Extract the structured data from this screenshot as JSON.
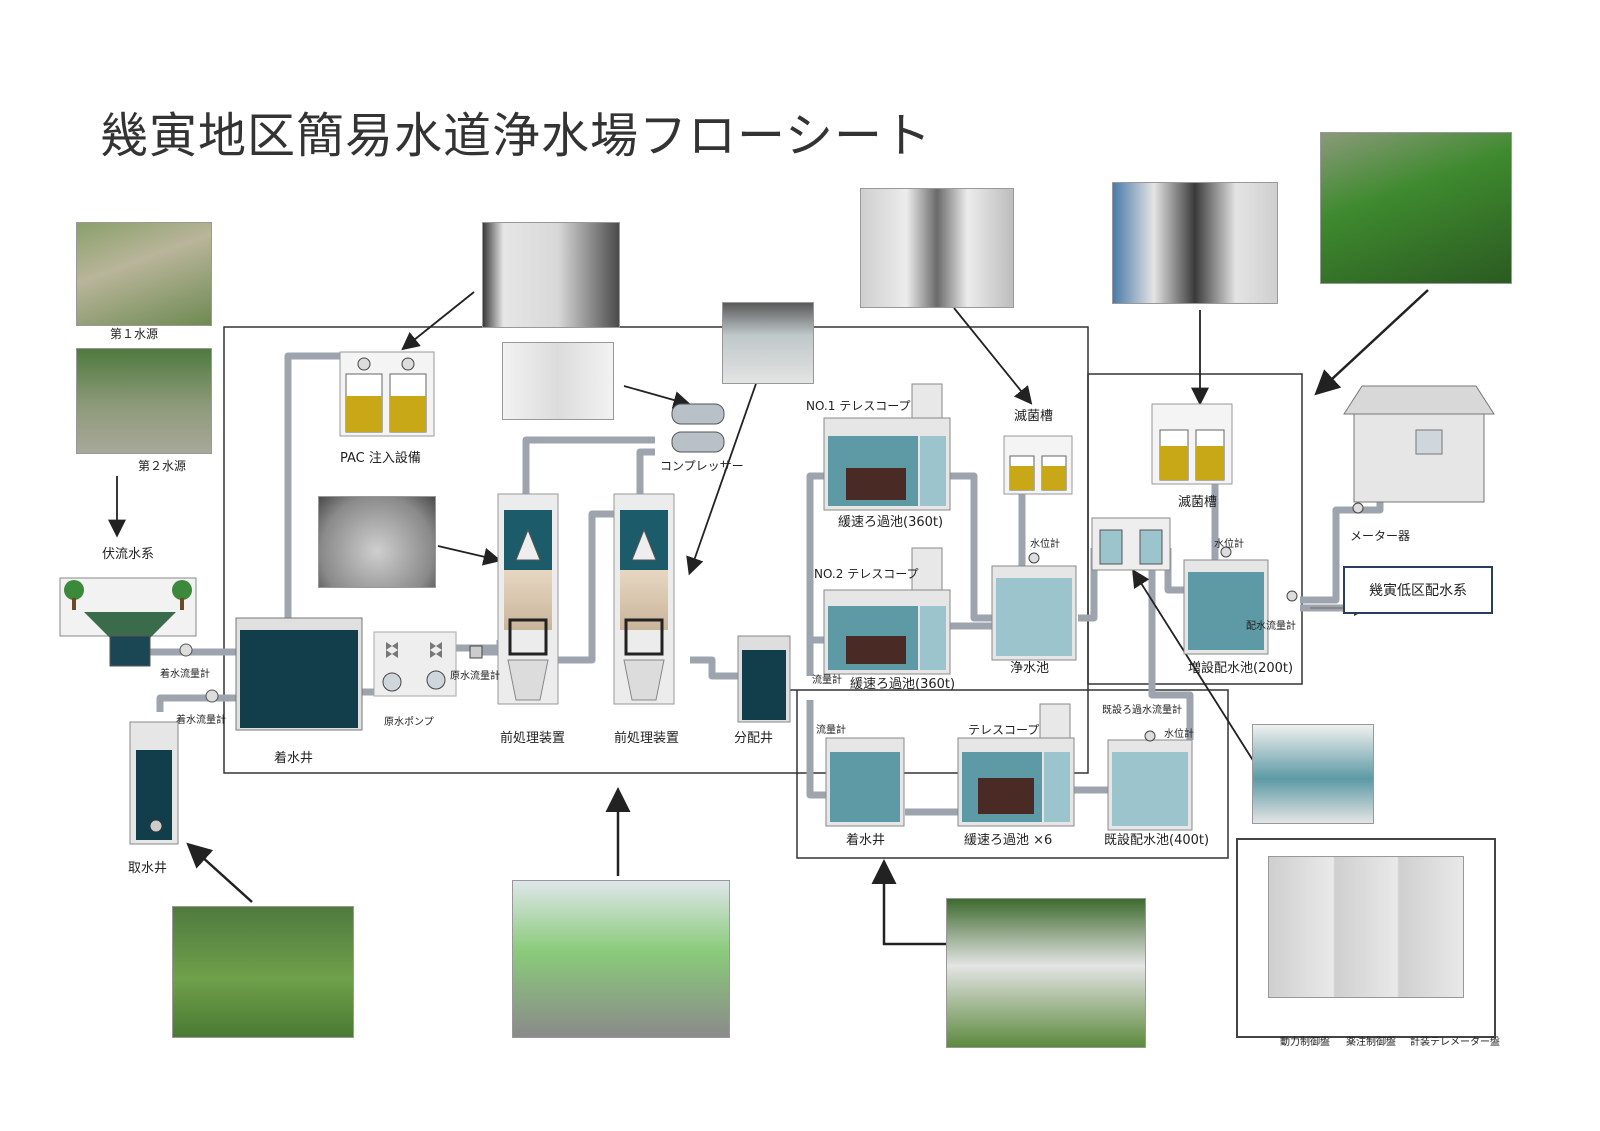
{
  "title": "幾寅地区簡易水道浄水場フローシート",
  "labels": {
    "source1": "第１水源",
    "source2": "第２水源",
    "underflow": "伏流水系",
    "inflow_meter_1": "着水流量計",
    "inflow_meter_2": "着水流量計",
    "intake_well": "取水井",
    "receiving_well": "着水井",
    "raw_pump": "原水ポンプ",
    "raw_meter": "原水流量計",
    "pac": "PAC 注入設備",
    "compressor": "コンプレッサー",
    "pretreatment_1": "前処理装置",
    "pretreatment_2": "前処理装置",
    "distribution_well": "分配井",
    "telescope_1": "NO.1 テレスコープ",
    "telescope_2": "NO.2 テレスコープ",
    "slow_filter_1": "緩速ろ過池(360t)",
    "slow_filter_2": "緩速ろ過池(360t)",
    "flow_meter_a": "流量計",
    "flow_meter_b": "流量計",
    "disinfect_1": "滅菌槽",
    "disinfect_2": "滅菌槽",
    "clear_well": "浄水池",
    "level_1": "水位計",
    "level_2": "水位計",
    "level_3": "水位計",
    "new_reservoir": "増設配水池(200t)",
    "dist_meter": "配水流量計",
    "meter_device": "メーター器",
    "destination": "幾寅低区配水系",
    "lower_receiving_well": "着水井",
    "telescope_3": "テレスコープ",
    "slow_filter_x6": "緩速ろ過池 ×6",
    "existing_meter": "既設ろ過水流量計",
    "existing_reservoir": "既設配水池(400t)",
    "panel_1": "動力制御盤",
    "panel_2": "薬注制御盤",
    "panel_3": "計装テレメーター盤"
  },
  "colors": {
    "pipe": "#9ea4ad",
    "tank_dark": "#123d4a",
    "tank_light": "#9cc4cc",
    "chemical": "#c9a817",
    "green_building": "#5da63e",
    "frame": "#333333"
  }
}
